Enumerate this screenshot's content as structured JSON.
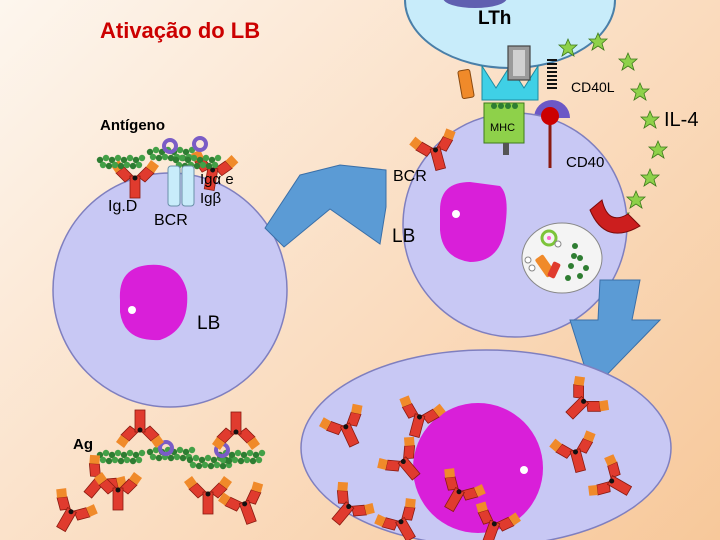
{
  "title": "Ativação do LB",
  "labels": {
    "lth": "LTh",
    "cd40l": "CD40L",
    "il4": "IL-4",
    "antigeno": "Antígeno",
    "mhc": "MHC",
    "cd40": "CD40",
    "bcr_right": "BCR",
    "lb_right": "LB",
    "igd": "Ig.D",
    "ig_alpha": "Igα e",
    "ig_beta": "Igβ",
    "bcr_left": "BCR",
    "lb_left": "LB",
    "ag": "Ag"
  },
  "colors": {
    "title": "#cc0000",
    "cell_fill": "#c8c8f4",
    "cell_stroke": "#7f7fbf",
    "nucleus": "#d91fd9",
    "arrow": "#5b9bd5",
    "lth_cell": "#c8ecfa",
    "receptor_cyan": "#3fd0e6",
    "antibody_red": "#e03b2e",
    "antibody_orange": "#f08a2a",
    "antigen_green": "#2e7d32",
    "cytokine_star": "#8ed14a",
    "ring_purple": "#7a5cc6"
  }
}
